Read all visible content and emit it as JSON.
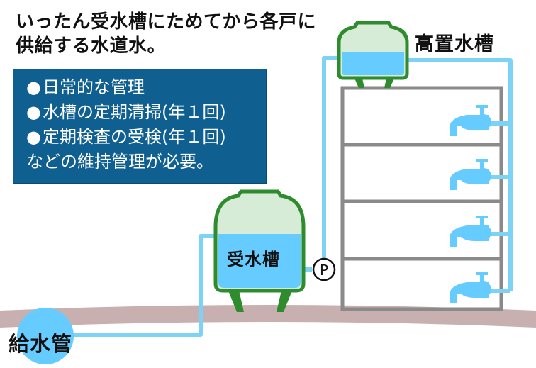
{
  "caption": {
    "line1": "いったん受水槽にためてから各戸に",
    "line2": "供給する水道水。"
  },
  "info_box": {
    "items": [
      "日常的な管理",
      "水槽の定期清掃(年１回)",
      "定期検査の受検(年１回)"
    ],
    "bullet": "●",
    "footer": "などの維持管理が必要。"
  },
  "labels": {
    "elevated_tank": "高置水槽",
    "receiving_tank": "受水槽",
    "supply_pipe": "給水管",
    "pump": "P"
  },
  "colors": {
    "water": "#66ccff",
    "pipe": "#7dd3f5",
    "tank_body": "#d6ecd6",
    "tank_outline": "#2e8b2e",
    "building": "#8a8a8a",
    "ground": "#c9b0b0",
    "info_bg": "#0f5f91"
  }
}
